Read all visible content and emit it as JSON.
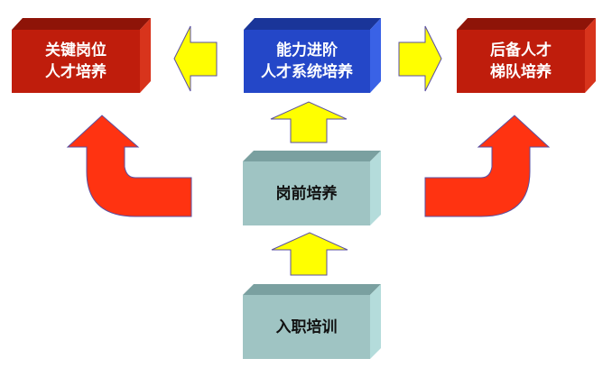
{
  "boxes": {
    "key_position": {
      "line1": "关键岗位",
      "line2": "人才培养"
    },
    "ability": {
      "line1": "能力进阶",
      "line2": "人才系统培养"
    },
    "reserve": {
      "line1": "后备人才",
      "line2": "梯队培养"
    },
    "pre_job": {
      "label": "岗前培养"
    },
    "onboarding": {
      "label": "入职培训"
    }
  },
  "colors": {
    "red": "#c9200e",
    "blue": "#2447c8",
    "teal": "#9fc4c3",
    "yellow": "#ffff00",
    "arrow_red": "#ff3311"
  }
}
